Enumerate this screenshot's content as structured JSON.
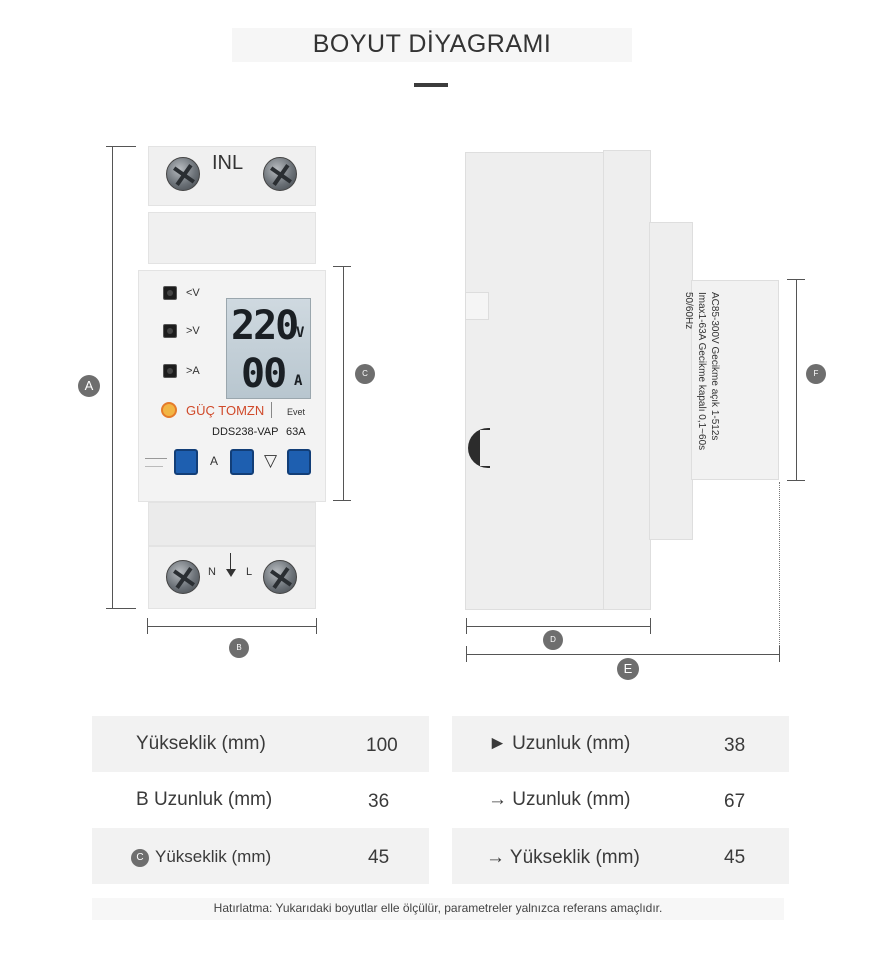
{
  "header": {
    "title": "BOYUT DİYAGRAMI"
  },
  "front_device": {
    "top_label": "INL",
    "lcd_voltage": "220",
    "lcd_voltage_unit": "V",
    "lcd_current": "00",
    "lcd_current_unit": "A",
    "indicator_labels": [
      "<V",
      ">V",
      ">A"
    ],
    "brand": "GÜÇ TOMZN",
    "evet": "Evet",
    "model": "DDS238-VAP",
    "rating": "63A",
    "button_labels": [
      "A",
      "▽"
    ],
    "bottom_labels": [
      "N",
      "L"
    ]
  },
  "side_device": {
    "spec_lines": [
      "AC85-300V  Gecikme açık 1-512s",
      "Imax1-63A Gecikme kapalı 0,1~60s",
      "50/60Hz"
    ]
  },
  "markers": {
    "A": "A",
    "B": "B",
    "C": "C",
    "D": "D",
    "E": "E",
    "F": "F"
  },
  "table": {
    "rows": [
      {
        "left_label": "Yükseklik (mm)",
        "left_value": "100",
        "right_label": "► Uzunluk (mm)",
        "right_value": "38"
      },
      {
        "left_label": "B Uzunluk (mm)",
        "left_value": "36",
        "right_label": "→ Uzunluk (mm)",
        "right_value": "67"
      },
      {
        "left_label": "Yükseklik (mm)",
        "left_value": "45",
        "right_label": "→ Yükseklik (mm)",
        "right_value": "45"
      }
    ],
    "row3_left_marker": "C"
  },
  "note": "Hatırlatma: Yukarıdaki boyutlar elle ölçülür, parametreler yalnızca referans amaçlıdır.",
  "colors": {
    "lcd": "#c4d0d8",
    "button": "#1e5fb0",
    "marker": "#6e6e6e",
    "row_bg": "#f2f2f2"
  }
}
